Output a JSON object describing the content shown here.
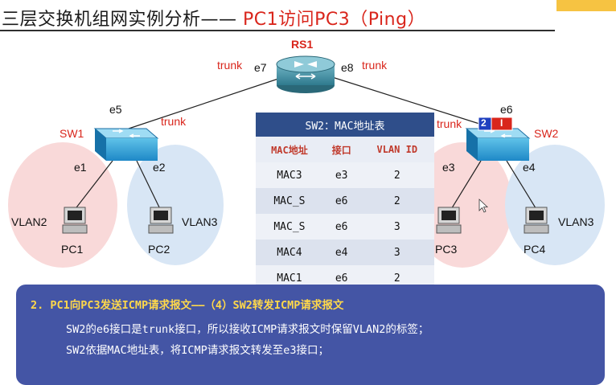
{
  "title": {
    "main": "三层交换机组网实例分析——",
    "highlight": " PC1访问PC3（Ping）"
  },
  "diagram": {
    "router": {
      "name": "RS1",
      "port_left": "e7",
      "port_right": "e8",
      "trunk_left": "trunk",
      "trunk_right": "trunk"
    },
    "sw1": {
      "name": "SW1",
      "uplink_port": "e5",
      "uplink_mode": "trunk",
      "port_pc1": "e1",
      "port_pc2": "e2"
    },
    "sw2": {
      "name": "SW2",
      "uplink_port": "e6",
      "uplink_mode": "trunk",
      "port_pc3": "e3",
      "port_pc4": "e4",
      "frame_tag": "2",
      "frame_payload": "I"
    },
    "pcs": [
      {
        "name": "PC1",
        "vlan": "VLAN2"
      },
      {
        "name": "PC2",
        "vlan": "VLAN3"
      },
      {
        "name": "PC3",
        "vlan": ""
      },
      {
        "name": "PC4",
        "vlan": "VLAN3"
      }
    ],
    "colors": {
      "vlan2": "#f9d9d9",
      "vlan3": "#d8e6f5",
      "accent_red": "#d9261c",
      "table_header": "#2f4e8a"
    }
  },
  "mac_table": {
    "caption": "SW2：MAC地址表",
    "headers": [
      "MAC地址",
      "接口",
      "VLAN ID"
    ],
    "rows": [
      [
        "MAC3",
        "e3",
        "2"
      ],
      [
        "MAC_S",
        "e6",
        "2"
      ],
      [
        "MAC_S",
        "e6",
        "3"
      ],
      [
        "MAC4",
        "e4",
        "3"
      ],
      [
        "MAC1",
        "e6",
        "2"
      ]
    ]
  },
  "info": {
    "heading": "2.  PC1向PC3发送ICMP请求报文——（4）SW2转发ICMP请求报文",
    "line1": "SW2的e6接口是trunk接口，所以接收ICMP请求报文时保留VLAN2的标签；",
    "line2": "SW2依据MAC地址表，将ICMP请求报文转发至e3接口；"
  }
}
